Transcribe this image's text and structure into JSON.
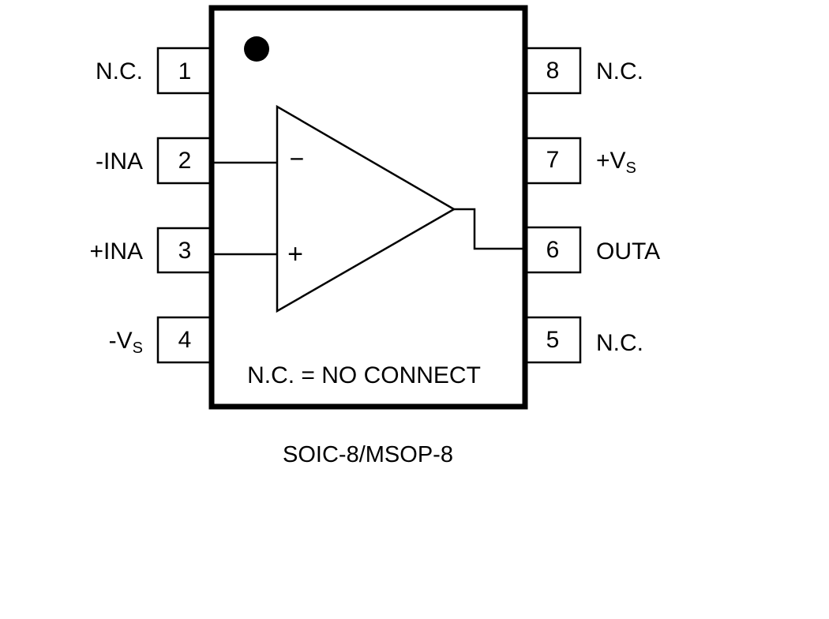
{
  "diagram": {
    "type": "ic-pinout",
    "package_label": "SOIC-8/MSOP-8",
    "note": "N.C. = NO CONNECT",
    "pin1_marker": "dot",
    "symbol": {
      "type": "op-amp",
      "inverting_sign": "−",
      "noninverting_sign": "+"
    },
    "colors": {
      "line": "#000000",
      "background": "#ffffff"
    },
    "pins": [
      {
        "number": "1",
        "label": "N.C.",
        "sub": "",
        "side": "left"
      },
      {
        "number": "2",
        "label": "-INA",
        "sub": "",
        "side": "left"
      },
      {
        "number": "3",
        "label": "+INA",
        "sub": "",
        "side": "left"
      },
      {
        "number": "4",
        "label": "-V",
        "sub": "S",
        "side": "left"
      },
      {
        "number": "8",
        "label": "N.C.",
        "sub": "",
        "side": "right"
      },
      {
        "number": "7",
        "label": "+V",
        "sub": "S",
        "side": "right"
      },
      {
        "number": "6",
        "label": "OUTA",
        "sub": "",
        "side": "right"
      },
      {
        "number": "5",
        "label": "N.C.",
        "sub": "",
        "side": "right"
      }
    ]
  }
}
